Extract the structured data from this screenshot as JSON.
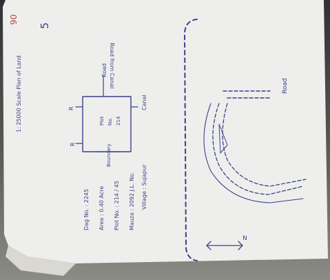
{
  "document": {
    "page_number": "90",
    "corner_note": "5",
    "title": "1: 25000 Scale Plan of Land",
    "box_labels": {
      "north": "Road",
      "north_side": "Canal",
      "center": [
        "Plot",
        "No.",
        "214"
      ],
      "west": "R",
      "bottom": "Boundary"
    },
    "road_note": "Road from Canal",
    "notes": [
      "Village : Sujapur",
      "Mauza : 2092 J.L. No.",
      "Plot No. : 214 / 45",
      "Area : 0.40 Acre",
      "Dag No. : 2245"
    ],
    "right_labels": {
      "top": "Road",
      "bottom": "N"
    }
  }
}
